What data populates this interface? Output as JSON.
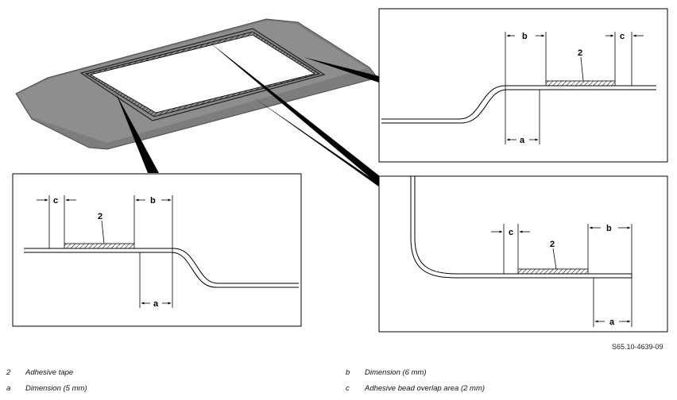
{
  "callouts": {
    "tape_number": "2",
    "dim_a": "a",
    "dim_b": "b",
    "dim_c": "c"
  },
  "reference_code": "S65.10-4639-09",
  "legend": [
    {
      "key": "2",
      "text": "Adhesive tape"
    },
    {
      "key": "a",
      "text": "Dimension (5 mm)"
    },
    {
      "key": "b",
      "text": "Dimension (6 mm)"
    },
    {
      "key": "c",
      "text": "Adhesive bead overlap area (2 mm)"
    }
  ],
  "colors": {
    "roof_body": "#7d7d7d",
    "roof_top": "#9a9a9a",
    "frame": "#000000"
  }
}
